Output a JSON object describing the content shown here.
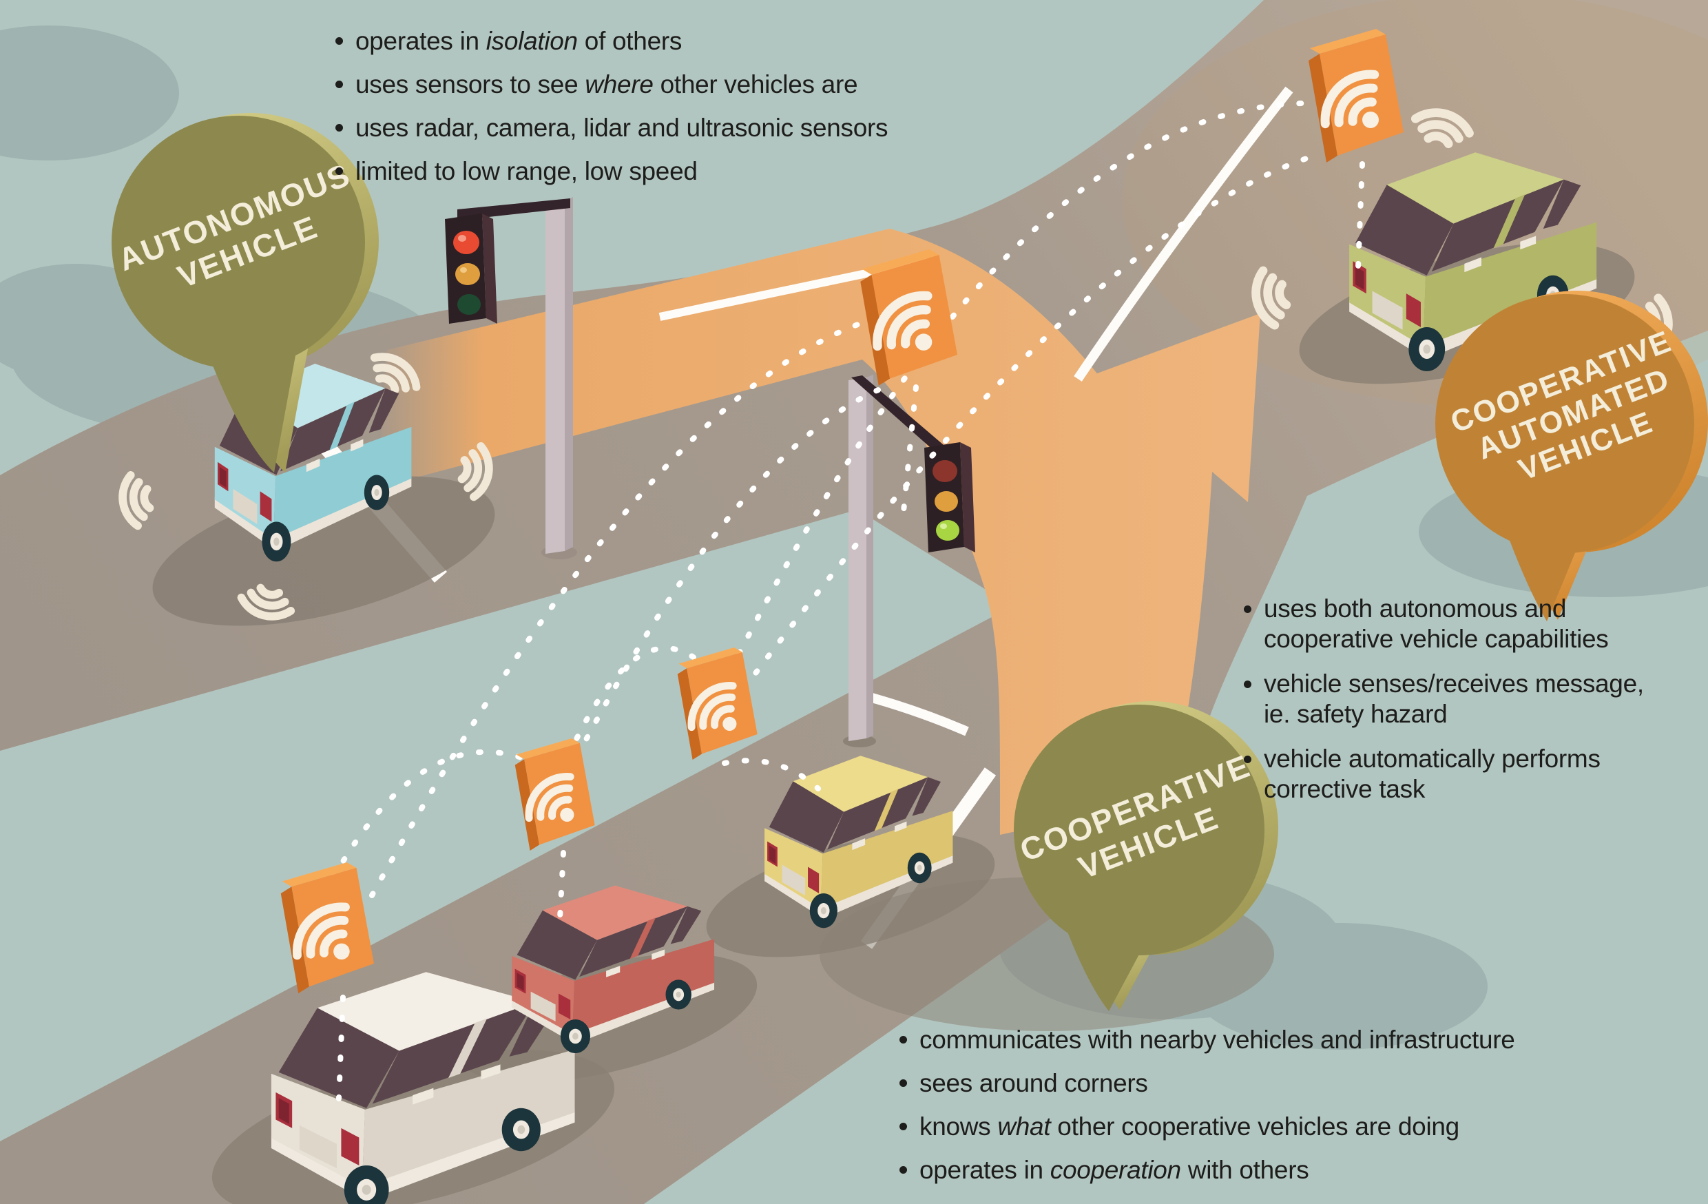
{
  "annotations": {
    "autonomous_vehicle": {
      "label_lines": [
        "AUTONOMOUS",
        "VEHICLE"
      ],
      "bullets": [
        [
          "operates in *isolation* of others"
        ],
        [
          "uses sensors to see *where* other vehicles are"
        ],
        [
          "uses radar, camera, lidar and ultrasonic sensors"
        ],
        [
          "limited to low range, low speed"
        ]
      ]
    },
    "cooperative_vehicle": {
      "label_lines": [
        "COOPERATIVE",
        "VEHICLE"
      ],
      "bullets": [
        [
          "communicates with nearby vehicles and infrastructure"
        ],
        [
          "sees around corners"
        ],
        [
          "knows *what* other cooperative vehicles are doing"
        ],
        [
          "operates in *cooperation* with others"
        ]
      ]
    },
    "cooperative_automated_vehicle": {
      "label_lines": [
        "COOPERATIVE",
        "AUTOMATED",
        "VEHICLE"
      ],
      "bullets": [
        [
          "uses both autonomous and",
          "cooperative vehicle capabilities"
        ],
        [
          "vehicle senses/receives message,",
          "ie. safety hazard"
        ],
        [
          "vehicle automatically performs",
          "corrective task"
        ]
      ]
    }
  },
  "scene": {
    "vehicles": [
      {
        "name": "autonomous-car",
        "color_name": "blue",
        "body_hex": "#9fd3da",
        "sensor_arcs": true,
        "wifi_unit": false
      },
      {
        "name": "cooperative-car-1",
        "color_name": "white",
        "body_hex": "#e8e1d6",
        "sensor_arcs": false,
        "wifi_unit": true
      },
      {
        "name": "cooperative-car-2",
        "color_name": "red",
        "body_hex": "#c2645a",
        "sensor_arcs": false,
        "wifi_unit": true
      },
      {
        "name": "cooperative-car-3",
        "color_name": "yellow",
        "body_hex": "#e3cc74",
        "sensor_arcs": false,
        "wifi_unit": true
      },
      {
        "name": "cooperative-automated-car",
        "color_name": "green",
        "body_hex": "#b2b669",
        "sensor_arcs": true,
        "wifi_unit": true
      }
    ],
    "roadside_units": {
      "count": 5,
      "icon": "wifi-icon",
      "panel_hex": "#f09242"
    },
    "traffic_lights": [
      {
        "name": "traffic-light-upper-road",
        "active_light": "red"
      },
      {
        "name": "traffic-light-lower-road",
        "active_light": "green"
      }
    ],
    "colors": {
      "background": "#b2c6c1",
      "road": "#a5998d",
      "route_highlight": "#eaa969",
      "bubble_olive": "#8d894e",
      "bubble_olive_rim": "#c6c077",
      "bubble_orange": "#c08336",
      "bubble_orange_rim": "#f0a04a",
      "sensor_arc": "#f2e8d7",
      "communication_dash": "#ffffff",
      "bubble_text": "#f3edd9",
      "body_text": "#1d1d1b"
    }
  }
}
